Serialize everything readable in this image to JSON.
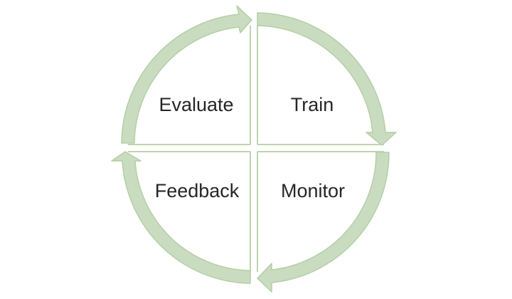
{
  "diagram": {
    "quadrants": [
      {
        "id": "evaluate",
        "label": "Evaluate"
      },
      {
        "id": "train",
        "label": "Train"
      },
      {
        "id": "monitor",
        "label": "Monitor"
      },
      {
        "id": "feedback",
        "label": "Feedback"
      }
    ],
    "flow_direction": "clockwise",
    "colors": {
      "arrow_fill": "#c9dcc0",
      "arrow_edge": "#b3cfa6",
      "divider": "#bcd4b1",
      "text": "#262626",
      "background": "#ffffff"
    }
  }
}
